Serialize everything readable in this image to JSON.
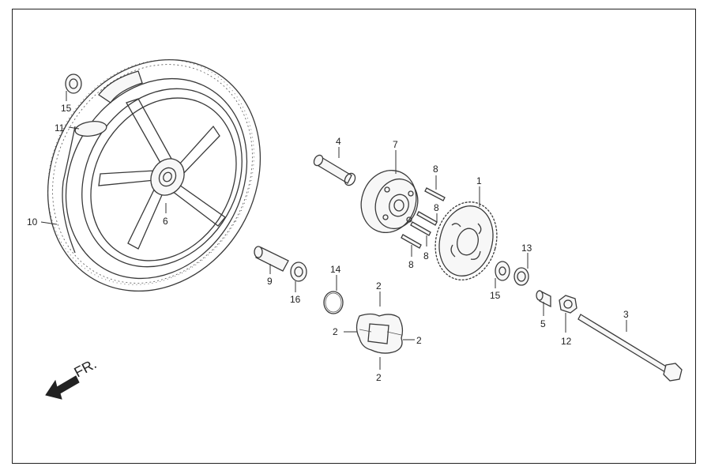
{
  "diagram": {
    "callouts": {
      "c1": "1",
      "c2a": "2",
      "c2b": "2",
      "c2c": "2",
      "c2d": "2",
      "c3": "3",
      "c4": "4",
      "c5": "5",
      "c6": "6",
      "c7": "7",
      "c8a": "8",
      "c8b": "8",
      "c8c": "8",
      "c8d": "8",
      "c9": "9",
      "c10": "10",
      "c11": "11",
      "c12": "12",
      "c13": "13",
      "c14": "14",
      "c15a": "15",
      "c15b": "15",
      "c16": "16"
    },
    "direction_label": "FR."
  }
}
